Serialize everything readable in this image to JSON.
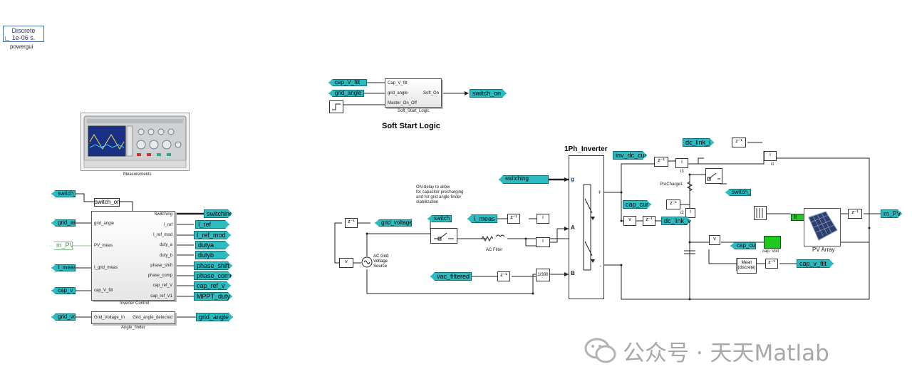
{
  "powergui": {
    "line1": "Discrete",
    "line2": "1e-06 s.",
    "caption": "powergui"
  },
  "measurements": {
    "caption": "Measurements"
  },
  "inverter_control": {
    "caption": "Inverter Control",
    "inputs": [
      "grid_angle",
      "PV_meas",
      "I_grid_meas",
      "cap_V_filt"
    ],
    "outputs": [
      "Switching",
      "I_ref",
      "I_ref_mod",
      "duty_a",
      "duty_b",
      "phase_shift",
      "phase_comp",
      "cap_ref_V",
      "cap_ref_V1"
    ]
  },
  "angle_finder": {
    "caption": "Angle_finder",
    "input": "Grid_Voltage_In",
    "output": "Grid_angle_detected"
  },
  "soft_start": {
    "caption": "Soft_Start_Logic",
    "title": "Soft Start Logic",
    "inputs": [
      "Cap_V_filt",
      "grid_angle",
      "Master_On_Off"
    ],
    "output": "Soft_On"
  },
  "inverter": {
    "title": "1Ph_Inverter",
    "port_g": "g",
    "port_a": "A",
    "port_b": "B",
    "plus": "+",
    "minus": "-"
  },
  "annotation": [
    "ON-delay to allow",
    "for capacitor precharging",
    "and for grid angle finder",
    "stabilization"
  ],
  "ac_source": [
    "AC Grid",
    "Voltage",
    "Source"
  ],
  "ac_filter": "AC Filter",
  "precharge": "PreCharge1",
  "i_labels": {
    "i3": "i3",
    "i2": "i2",
    "i1": "i1"
  },
  "cap_volt": "cap. Volt",
  "mean": [
    "Mean",
    "(discrete)"
  ],
  "pv_array": "PV Array",
  "gain_500": "1/300",
  "unit_delay": "z⁻¹",
  "tags": {
    "switch_on_a": "switch_on",
    "switch_on_b": "switch_on",
    "switch_on_c": "switch_on",
    "switch_on_d": "switch_on",
    "switch_on_e": "switch_on",
    "grid_angle_a": "grid_angle",
    "grid_angle_b": "grid_angle",
    "grid_angle_out": "grid_angle",
    "grid_voltage_a": "grid_voltage",
    "grid_voltage_out": "grid_voltage",
    "m_pv_a": "m_PV",
    "m_pv_out": "m_PV",
    "i_meas_a": "I_meas",
    "i_meas_out": "I_meas",
    "cap_v_filt_a": "cap_v_filt",
    "cap_v_filt_b": "cap_V_filt",
    "cap_v_filt_out": "cap_v_filt",
    "switching_out": "switching",
    "switching_in": "switching",
    "i_ref": "I_ref",
    "i_ref_mod": "I_ref_mod",
    "dutya": "dutya",
    "dutyb": "dutyb",
    "phase_shift": "phase_shift",
    "phase_comp": "phase_comp",
    "cap_ref_v": "cap_ref_v",
    "mppt_duty": "MPPT_duty",
    "inv_dc_cur": "inv_dc_cur",
    "dc_link_i": "dc_link_i",
    "dc_link_v": "dc_link_v",
    "cap_cur_a": "cap_cur",
    "cap_cur_b": "cap_cur",
    "vac_filtered": "vac_filtered",
    "ir": "Ir"
  },
  "watermark": "公众号 · 天天Matlab"
}
